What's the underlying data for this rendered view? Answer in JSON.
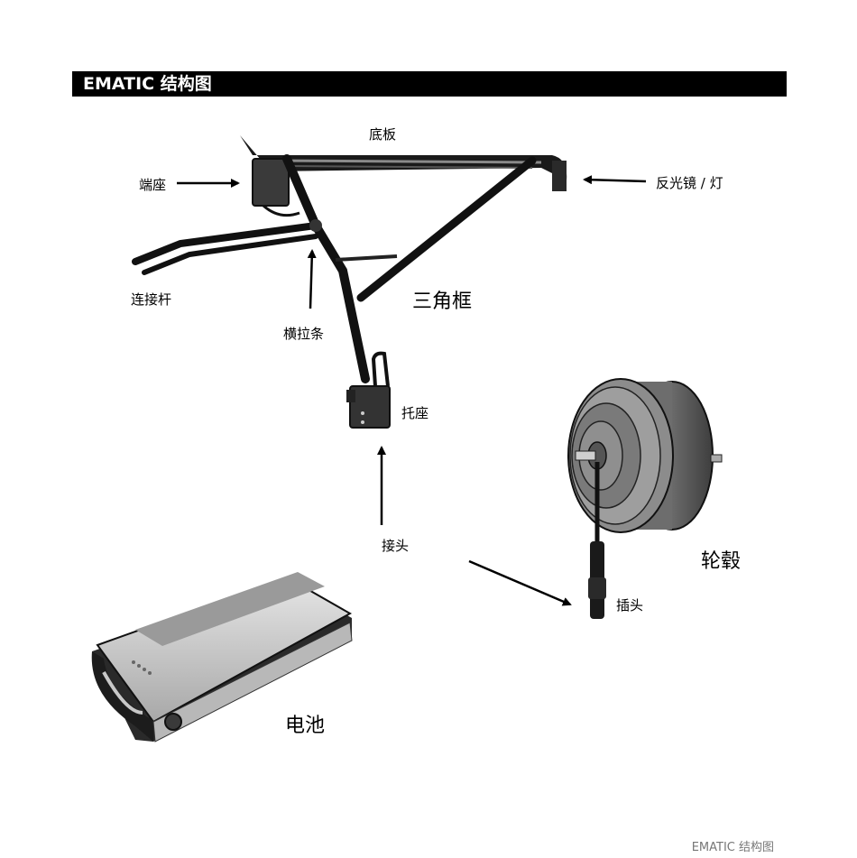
{
  "header": {
    "title": "EMATIC 结构图"
  },
  "labels": {
    "base_plate": "底板",
    "end_mount": "端座",
    "reflector_light": "反光镜 / 灯",
    "connecting_rod": "连接杆",
    "triangle_frame": "三角框",
    "cross_bar": "横拉条",
    "holder": "托座",
    "connector": "接头",
    "hub": "轮毂",
    "plug": "插头",
    "battery": "电池"
  },
  "footer": {
    "text": "EMATIC 结构图"
  }
}
